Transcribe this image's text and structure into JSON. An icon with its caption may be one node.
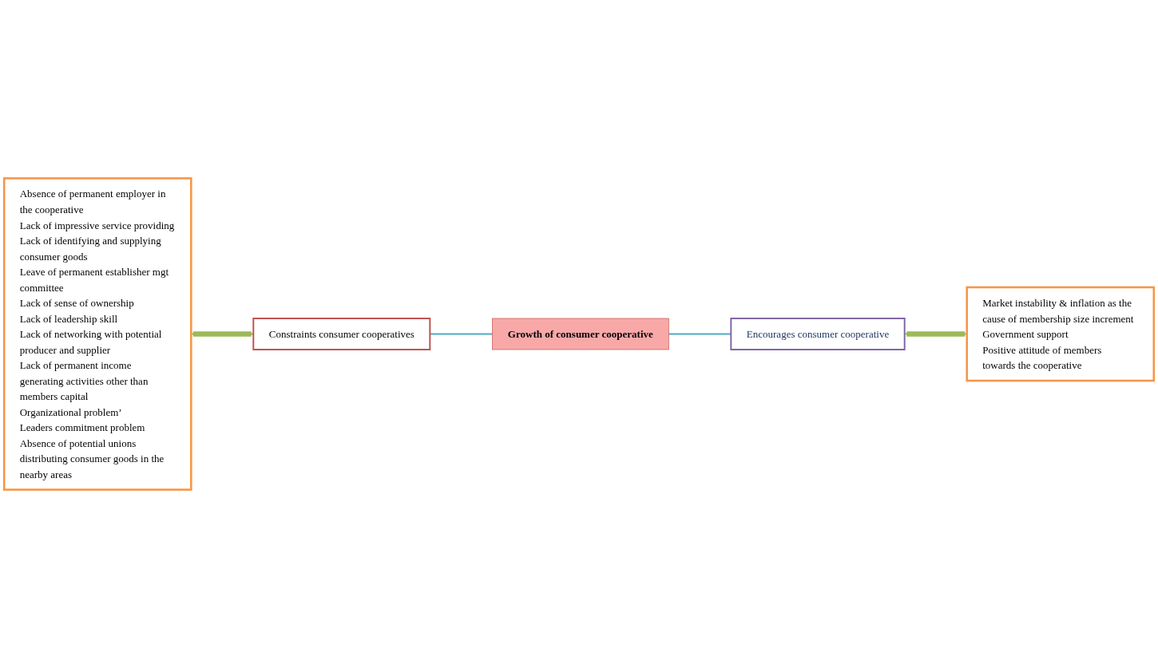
{
  "diagram": {
    "nodes": [
      {
        "text": [
          "Absence of permanent employer in the cooperative",
          "Lack of impressive service providing",
          "Lack of identifying and supplying consumer goods",
          "Leave of permanent establisher mgt committee",
          "Lack of sense of ownership",
          "Lack of leadership skill",
          "Lack of networking with potential producer and supplier",
          "Lack of permanent income generating activities other than members capital",
          "Organizational problem’",
          "Leaders commitment problem",
          "Absence of potential unions distributing consumer goods in the nearby areas"
        ]
      },
      {
        "text": [
          "Constraints consumer cooperatives"
        ]
      },
      {
        "text": [
          "Growth of consumer cooperative"
        ]
      },
      {
        "text": [
          "Encourages consumer cooperative"
        ]
      },
      {
        "text": [
          "Market instability & inflation as the cause of membership size increment",
          "Government support",
          "Positive attitude of members towards the cooperative"
        ]
      }
    ],
    "edges": [
      {
        "from": 0,
        "to": 1,
        "arrow": "both",
        "style": "thick",
        "color": "#9bbb59"
      },
      {
        "from": 1,
        "to": 2,
        "arrow": "none",
        "color": "#4bacc6"
      },
      {
        "from": 2,
        "to": 3,
        "arrow": "none",
        "color": "#4bacc6"
      },
      {
        "from": 3,
        "to": 4,
        "arrow": "both",
        "style": "thick",
        "color": "#9bbb59"
      }
    ]
  }
}
